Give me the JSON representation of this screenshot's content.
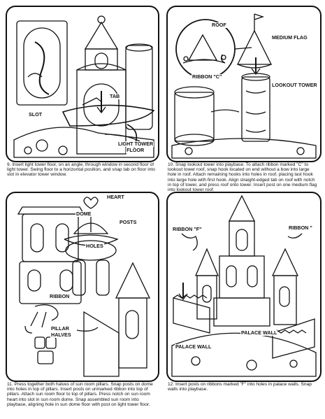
{
  "steps": [
    {
      "labels": {
        "tab": "TAB",
        "slot": "SLOT",
        "light_tower_floor_1": "LIGHT TOWER",
        "light_tower_floor_2": "FLOOR"
      },
      "caption": "9. Insert light tower floor, on an angle, through window in second floor of light tower. Swing floor to a horizontal position, and snap tab on floor into slot in elevator tower window."
    },
    {
      "labels": {
        "roof": "ROOF",
        "medium_flag": "MEDIUM FLAG",
        "ribbon_c": "RIBBON \"C\"",
        "lookout_tower": "LOOKOUT TOWER"
      },
      "caption": "10. Snap lookout tower into playbase. To attach ribbon marked \"C\" to lookout tower roof, snap hook located on end without a bow into large hole in roof. Attach remaining hooks into holes in roof, placing last hook into large hole with first hook. Align straight-edged tab on roof with notch in top of tower, and press roof onto tower. Insert post on one medium flag into lookout tower roof."
    },
    {
      "labels": {
        "heart": "HEART",
        "dome": "DOME",
        "posts": "POSTS",
        "holes": "HOLES",
        "ribbon": "RIBBON",
        "pillar_halves_1": "PILLAR",
        "pillar_halves_2": "HALVES"
      },
      "caption": "11. Press together both halves of sun room pillars. Snap posts on dome into holes in top of pillars. Insert posts on unmarked ribbon into top of pillars. Attach sun room floor to top of pillars. Press notch on sun room heart into slot in sun room dome. Snap assembled sun room into playbase, aligning hole in sun dome floor with post on light tower floor."
    },
    {
      "labels": {
        "ribbon_f_left": "RIBBON \"F\"",
        "ribbon_f_right": "RIBBON \"",
        "palace_wall_left": "PALACE WALL",
        "palace_wall_right": "PALACE WALL"
      },
      "caption": "12. Insert posts on ribbons marked \"F\" into holes in palace walls. Snap walls into playbase."
    }
  ]
}
